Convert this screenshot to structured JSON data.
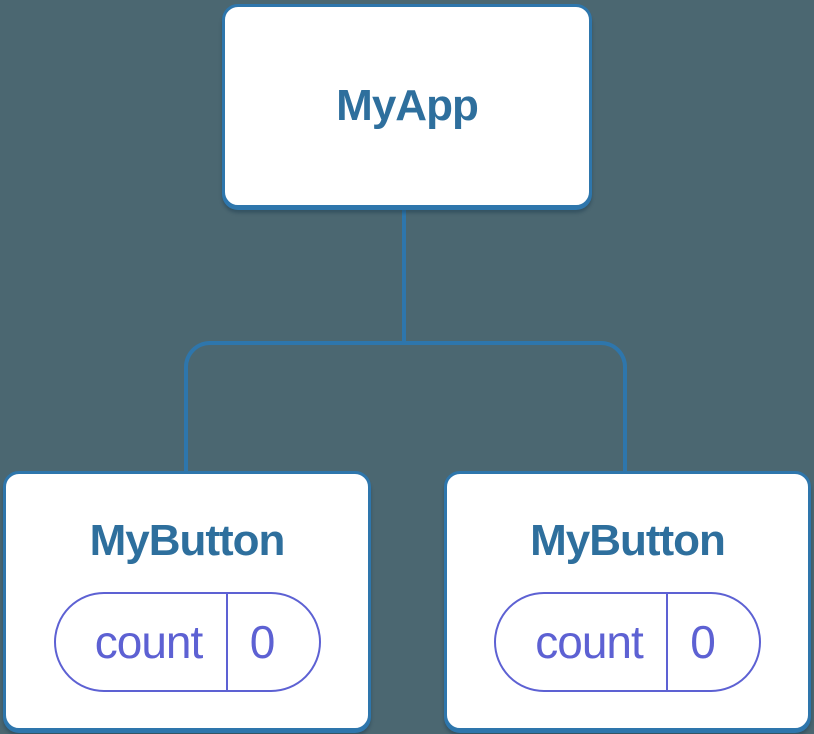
{
  "diagram": {
    "root": {
      "label": "MyApp"
    },
    "children": [
      {
        "label": "MyButton",
        "state": {
          "key": "count",
          "value": "0"
        }
      },
      {
        "label": "MyButton",
        "state": {
          "key": "count",
          "value": "0"
        }
      }
    ],
    "colors": {
      "background": "#4b6771",
      "node_fill": "#ffffff",
      "node_border": "#2e76ac",
      "node_label_text": "#2e6f9d",
      "connector": "#2e76ac",
      "state_accent": "#5d61d3"
    }
  }
}
